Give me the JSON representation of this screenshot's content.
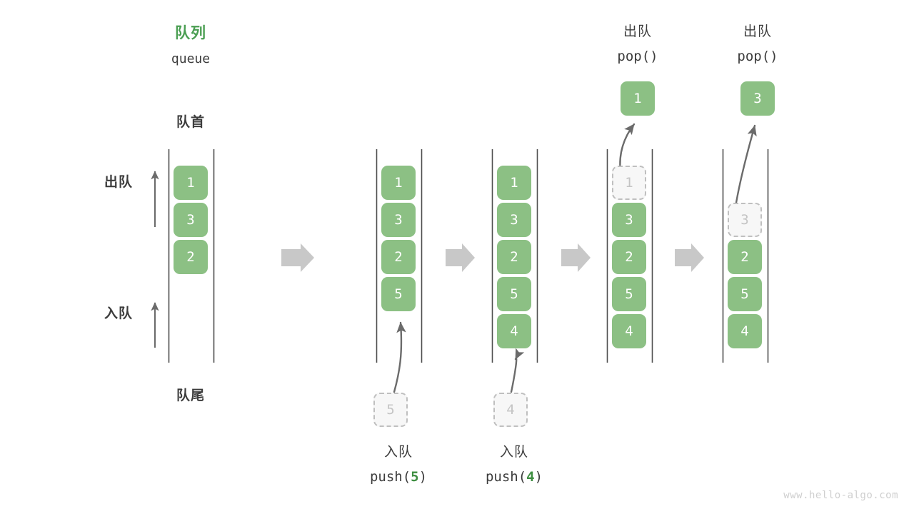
{
  "diagram": {
    "title_cn": "队列",
    "title_en": "queue",
    "head_label": "队首",
    "tail_label": "队尾",
    "dequeue_label": "出队",
    "enqueue_label": "入队",
    "watermark": "www.hello-algo.com",
    "colors": {
      "element_fill": "#8cc084",
      "element_text": "#ffffff",
      "ghost_fill": "#f7f7f7",
      "ghost_border": "#bfbfbf",
      "ghost_text": "#c4c4c4",
      "accent_green": "#4a9e52",
      "arg_green": "#3e8e41",
      "rail": "#4d4d4d",
      "arrow": "#6b6b6b",
      "step_arrow": "#c8c8c8",
      "text": "#3c3c3c",
      "watermark": "#cfcfcf"
    }
  },
  "steps": [
    {
      "id": "initial",
      "cells": [
        {
          "value": "1",
          "state": "filled"
        },
        {
          "value": "3",
          "state": "filled"
        },
        {
          "value": "2",
          "state": "filled"
        }
      ],
      "op_cn": "",
      "op_code": "",
      "op_arg": "",
      "incoming": null,
      "popped": null
    },
    {
      "id": "push-5",
      "cells": [
        {
          "value": "1",
          "state": "filled"
        },
        {
          "value": "3",
          "state": "filled"
        },
        {
          "value": "2",
          "state": "filled"
        },
        {
          "value": "5",
          "state": "filled"
        }
      ],
      "op_cn": "入队",
      "op_code_prefix": "push(",
      "op_arg": "5",
      "op_code_suffix": ")",
      "incoming": {
        "value": "5",
        "state": "ghost"
      },
      "popped": null
    },
    {
      "id": "push-4",
      "cells": [
        {
          "value": "1",
          "state": "filled"
        },
        {
          "value": "3",
          "state": "filled"
        },
        {
          "value": "2",
          "state": "filled"
        },
        {
          "value": "5",
          "state": "filled"
        },
        {
          "value": "4",
          "state": "filled"
        }
      ],
      "op_cn": "入队",
      "op_code_prefix": "push(",
      "op_arg": "4",
      "op_code_suffix": ")",
      "incoming": {
        "value": "4",
        "state": "ghost"
      },
      "popped": null
    },
    {
      "id": "pop-1",
      "cells": [
        {
          "value": "1",
          "state": "ghost"
        },
        {
          "value": "3",
          "state": "filled"
        },
        {
          "value": "2",
          "state": "filled"
        },
        {
          "value": "5",
          "state": "filled"
        },
        {
          "value": "4",
          "state": "filled"
        }
      ],
      "op_cn": "出队",
      "op_code": "pop()",
      "popped": {
        "value": "1",
        "state": "filled"
      }
    },
    {
      "id": "pop-3",
      "cells": [
        {
          "value": "",
          "state": "empty"
        },
        {
          "value": "3",
          "state": "ghost"
        },
        {
          "value": "2",
          "state": "filled"
        },
        {
          "value": "5",
          "state": "filled"
        },
        {
          "value": "4",
          "state": "filled"
        }
      ],
      "op_cn": "出队",
      "op_code": "pop()",
      "popped": {
        "value": "3",
        "state": "filled"
      }
    }
  ]
}
